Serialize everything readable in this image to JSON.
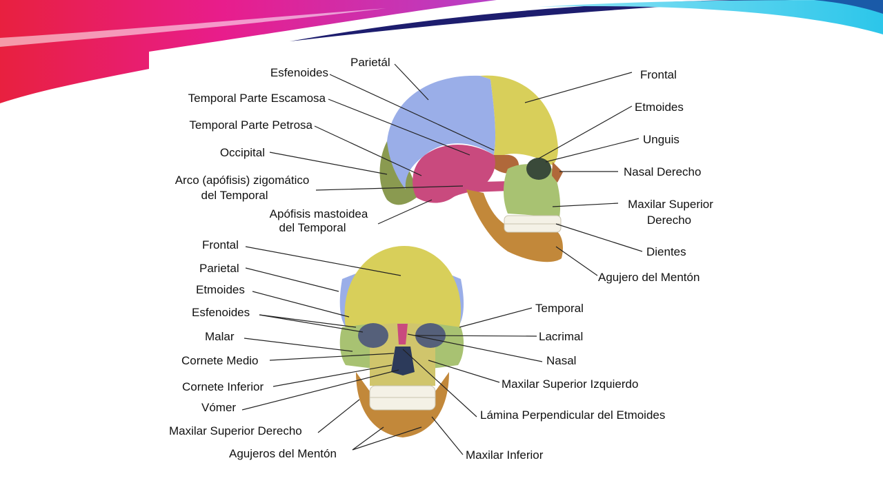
{
  "colors": {
    "banner_magenta": "#e81d8c",
    "banner_red": "#e8203f",
    "banner_navy": "#1d1d6e",
    "banner_cyan": "#2cc6ea",
    "frontal": "#d8cf5a",
    "parietal": "#9aaee8",
    "temporal": "#c94a7e",
    "occipital": "#8a9a50",
    "sphenoid": "#b0683a",
    "maxilla": "#a8c272",
    "mandible": "#c2883a",
    "teeth": "#f4f1e6"
  },
  "labels": {
    "lateral": {
      "parietal": "Parietál",
      "esfenoides": "Esfenoides",
      "temporal_escamosa": "Temporal Parte Escamosa",
      "temporal_petrosa": "Temporal Parte Petrosa",
      "occipital": "Occipital",
      "arco_l1": "Arco (apófisis) zigomático",
      "arco_l2": "del Temporal",
      "mastoidea_l1": "Apófisis mastoidea",
      "mastoidea_l2": "del Temporal",
      "frontal": "Frontal",
      "etmoides": "Etmoides",
      "unguis": "Unguis",
      "nasal_derecho": "Nasal Derecho",
      "maxilar_sup_l1": "Maxilar Superior",
      "maxilar_sup_l2": "Derecho",
      "dientes": "Dientes",
      "agujero_menton": "Agujero del Mentón"
    },
    "frontal_view": {
      "frontal": "Frontal",
      "parietal": "Parietal",
      "etmoides": "Etmoides",
      "esfenoides": "Esfenoides",
      "malar": "Malar",
      "cornete_medio": "Cornete Medio",
      "cornete_inferior": "Cornete Inferior",
      "vomer": "Vómer",
      "maxilar_sup_derecho": "Maxilar Superior Derecho",
      "agujeros_menton": "Agujeros del Mentón",
      "temporal": "Temporal",
      "lacrimal": "Lacrimal",
      "nasal": "Nasal",
      "maxilar_sup_izquierdo": "Maxilar Superior Izquierdo",
      "lamina_perpendicular": "Lámina Perpendicular del Etmoides",
      "maxilar_inferior": "Maxilar Inferior"
    }
  }
}
